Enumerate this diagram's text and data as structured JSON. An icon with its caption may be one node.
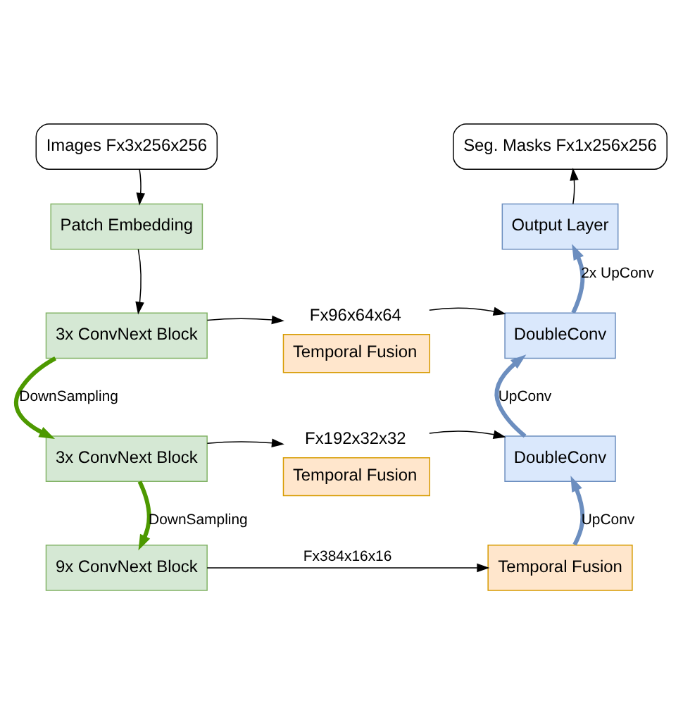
{
  "diagram": {
    "nodes": [
      {
        "text": [
          "Images Fx3x256x256"
        ]
      },
      {
        "text": [
          "Seg. Masks Fx1x256x256"
        ]
      },
      {
        "text": [
          "Patch Embedding"
        ]
      },
      {
        "text": [
          "Output Layer"
        ]
      },
      {
        "text": [
          "3x ConvNext Block"
        ]
      },
      {
        "text": [
          "Temporal Fusion"
        ],
        "beside": [
          "Fx96x64x64"
        ]
      },
      {
        "text": [
          "DoubleConv"
        ]
      },
      {
        "text": [
          "3x ConvNext Block"
        ]
      },
      {
        "text": [
          "Temporal Fusion"
        ],
        "beside": [
          "Fx192x32x32"
        ]
      },
      {
        "text": [
          "DoubleConv"
        ]
      },
      {
        "text": [
          "9x ConvNext Block"
        ]
      },
      {
        "text": [
          "Temporal Fusion"
        ]
      }
    ],
    "edges": [
      {
        "from": 0,
        "to": 2,
        "arrow": "to"
      },
      {
        "from": 2,
        "to": 4,
        "arrow": "to"
      },
      {
        "from": 4,
        "to": 5,
        "arrow": "to"
      },
      {
        "from": 5,
        "to": 6,
        "arrow": "to"
      },
      {
        "from": 4,
        "to": 7,
        "arrow": "to",
        "label": "DownSampling",
        "style": "thick",
        "color": "#4d9900"
      },
      {
        "from": 7,
        "to": 8,
        "arrow": "to"
      },
      {
        "from": 8,
        "to": 9,
        "arrow": "to"
      },
      {
        "from": 7,
        "to": 10,
        "arrow": "to",
        "label": "DownSampling",
        "style": "thick",
        "color": "#4d9900"
      },
      {
        "from": 10,
        "to": 11,
        "arrow": "to",
        "label": "Fx384x16x16"
      },
      {
        "from": 11,
        "to": 9,
        "arrow": "to",
        "label": "UpConv",
        "style": "thick",
        "color": "#6c8ebf"
      },
      {
        "from": 9,
        "to": 6,
        "arrow": "to",
        "label": "UpConv",
        "style": "thick",
        "color": "#6c8ebf"
      },
      {
        "from": 6,
        "to": 3,
        "arrow": "to",
        "label": "2x UpConv",
        "style": "thick",
        "color": "#6c8ebf"
      },
      {
        "from": 3,
        "to": 1,
        "arrow": "to"
      }
    ]
  }
}
